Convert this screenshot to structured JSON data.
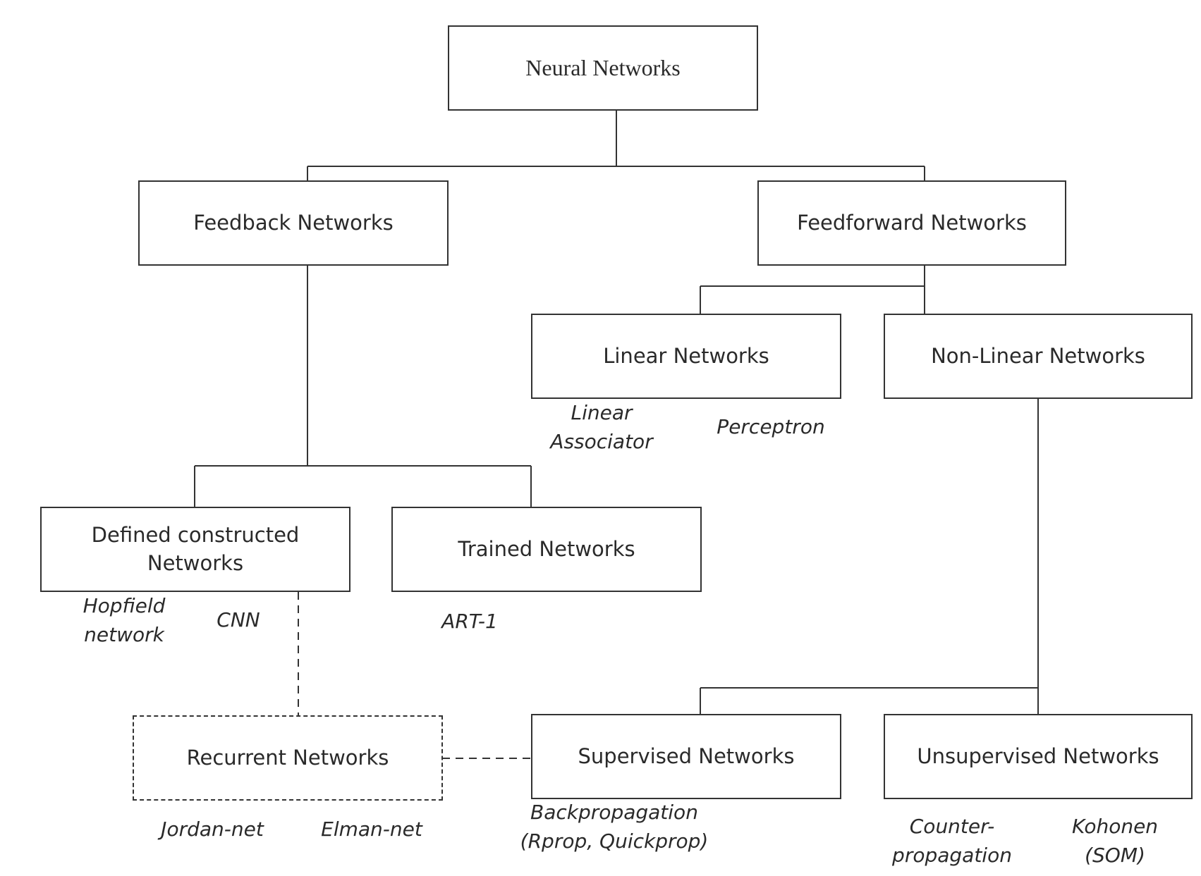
{
  "nodes": {
    "root": "Neural Networks",
    "feedback": "Feedback Networks",
    "feedforward": "Feedforward Networks",
    "linear": "Linear Networks",
    "nonlinear": "Non-Linear Networks",
    "defined_line1": "Defined constructed",
    "defined_line2": "Networks",
    "trained": "Trained Networks",
    "recurrent": "Recurrent Networks",
    "supervised": "Supervised Networks",
    "unsupervised": "Unsupervised Networks"
  },
  "examples": {
    "linear_associator_line1": "Linear",
    "linear_associator_line2": "Associator",
    "perceptron": "Perceptron",
    "hopfield_line1": "Hopfield",
    "hopfield_line2": "network",
    "cnn": "CNN",
    "art1": "ART-1",
    "jordan": "Jordan-net",
    "elman": "Elman-net",
    "backprop_line1": "Backpropagation",
    "backprop_line2": "(Rprop, Quickprop)",
    "counter_line1": "Counter-",
    "counter_line2": "propagation",
    "kohonen_line1": "Kohonen",
    "kohonen_line2": "(SOM)"
  }
}
